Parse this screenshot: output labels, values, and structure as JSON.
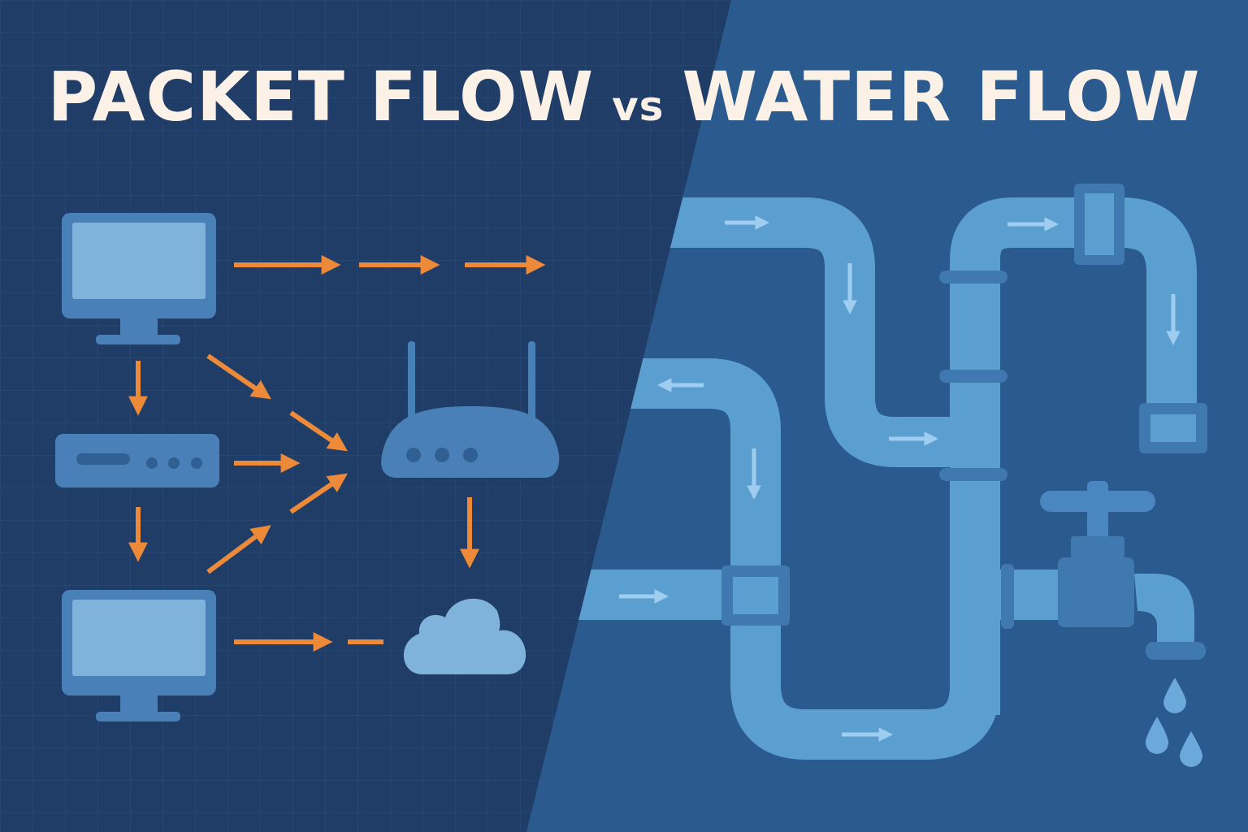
{
  "title": {
    "left": "PACKET FLOW",
    "vs": "vs",
    "right": "WATER FLOW"
  },
  "colors": {
    "left_background": "#1f3d66",
    "right_background": "#2a5a8e",
    "grid": "#2a4a76",
    "device": "#4a80b8",
    "screen": "#7fb3dc",
    "arrow": "#ec8a3a",
    "pipe": "#5b9fd1",
    "pipe_fitting": "#3f79b0",
    "title_text": "#fbf1e6"
  },
  "icons": [
    "computer-icon",
    "modem-icon",
    "router-icon",
    "cloud-icon",
    "pipe-network",
    "faucet-icon",
    "water-drop-icon"
  ]
}
